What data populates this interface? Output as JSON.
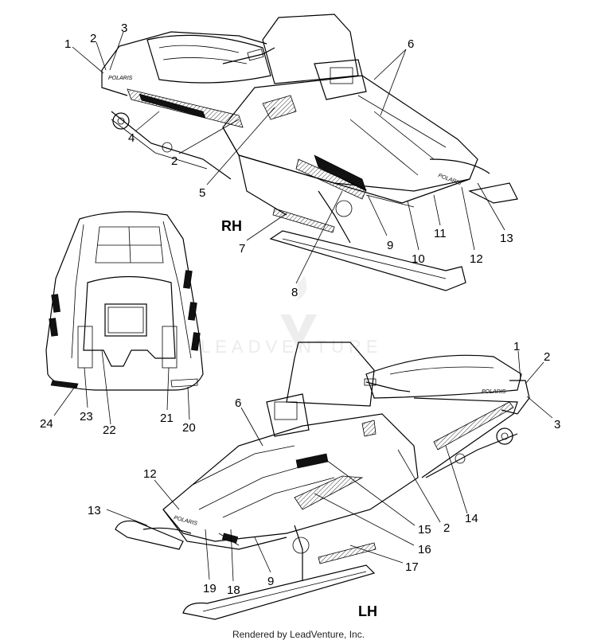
{
  "diagram": {
    "views": {
      "rh": "RH",
      "lh": "LH"
    },
    "watermark": "LEADVENTURE",
    "footer": "Rendered by LeadVenture, Inc.",
    "hood_brand": "POLARIS",
    "callouts_rh": [
      "1",
      "2",
      "3",
      "4",
      "2",
      "5",
      "6",
      "7",
      "8",
      "9",
      "10",
      "11",
      "12",
      "13"
    ],
    "callouts_hood": [
      "24",
      "23",
      "22",
      "21",
      "20"
    ],
    "callouts_lh": [
      "1",
      "2",
      "3",
      "6",
      "12",
      "13",
      "19",
      "18",
      "9",
      "17",
      "16",
      "15",
      "2",
      "14"
    ]
  }
}
